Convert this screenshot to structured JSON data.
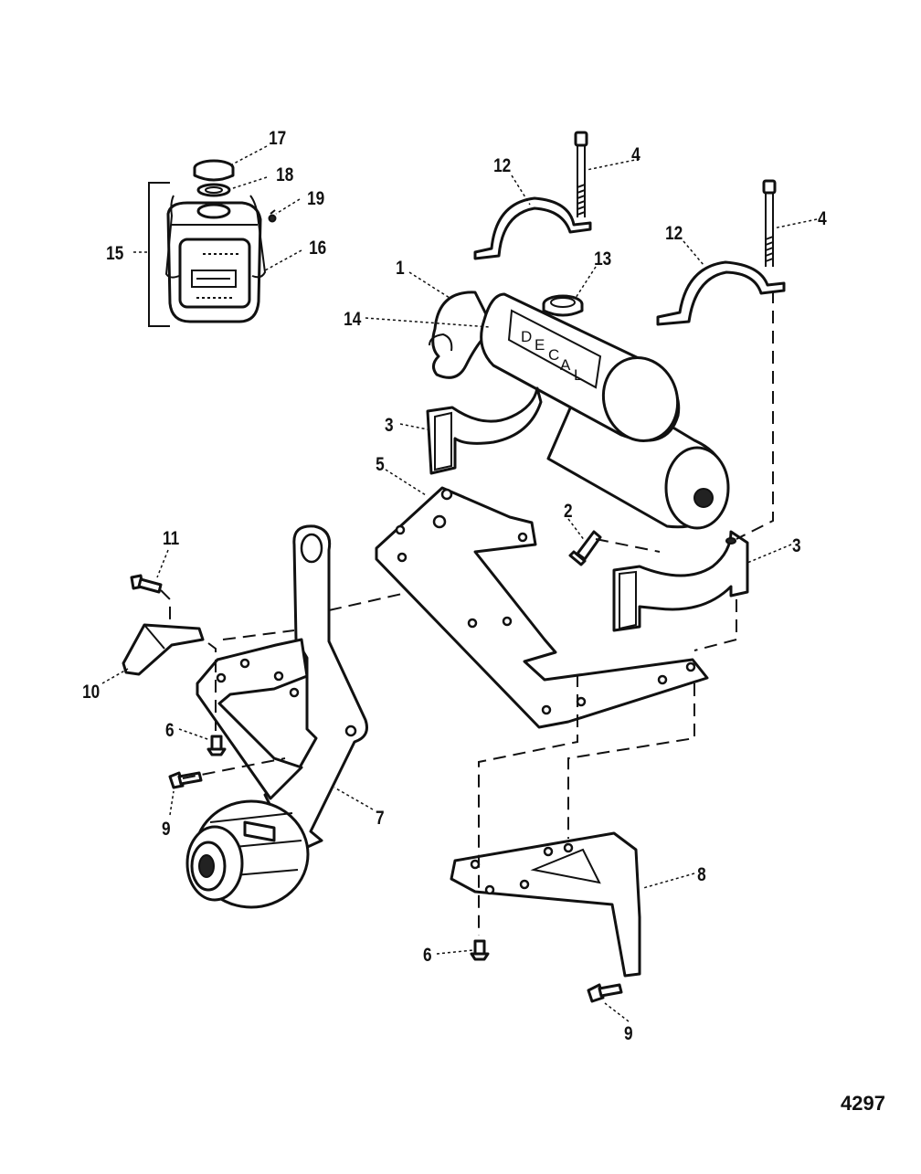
{
  "figure_number": "4297",
  "decal_text": [
    "D",
    "E",
    "C",
    "A",
    "L"
  ],
  "callouts": [
    {
      "id": "17",
      "label": "17"
    },
    {
      "id": "18",
      "label": "18"
    },
    {
      "id": "19",
      "label": "19"
    },
    {
      "id": "15",
      "label": "15"
    },
    {
      "id": "16",
      "label": "16"
    },
    {
      "id": "12a",
      "label": "12"
    },
    {
      "id": "4a",
      "label": "4"
    },
    {
      "id": "12b",
      "label": "12"
    },
    {
      "id": "4b",
      "label": "4"
    },
    {
      "id": "1",
      "label": "1"
    },
    {
      "id": "13",
      "label": "13"
    },
    {
      "id": "14",
      "label": "14"
    },
    {
      "id": "3a",
      "label": "3"
    },
    {
      "id": "5",
      "label": "5"
    },
    {
      "id": "2",
      "label": "2"
    },
    {
      "id": "3b",
      "label": "3"
    },
    {
      "id": "11",
      "label": "11"
    },
    {
      "id": "10",
      "label": "10"
    },
    {
      "id": "6a",
      "label": "6"
    },
    {
      "id": "9a",
      "label": "9"
    },
    {
      "id": "7",
      "label": "7"
    },
    {
      "id": "8",
      "label": "8"
    },
    {
      "id": "6b",
      "label": "6"
    },
    {
      "id": "9b",
      "label": "9"
    }
  ]
}
